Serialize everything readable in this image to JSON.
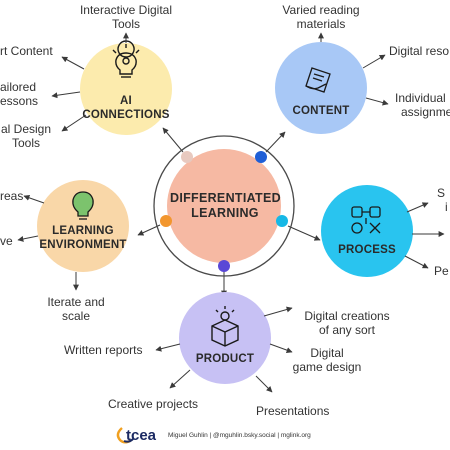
{
  "center": {
    "title_line1": "DIFFERENTIATED",
    "title_line2": "LEARNING"
  },
  "nodes": {
    "ai": {
      "title_line1": "AI",
      "title_line2": "CONNECTIONS",
      "color": "#fcebad"
    },
    "content": {
      "title": "CONTENT",
      "color": "#a8c8f6"
    },
    "environment": {
      "title_line1": "LEARNING",
      "title_line2": "ENVIRONMENT",
      "color": "#f9d7a8"
    },
    "process": {
      "title": "PROCESS",
      "color": "#29c4ef"
    },
    "product": {
      "title": "PRODUCT",
      "color": "#c7c1f4"
    }
  },
  "labels": {
    "ai_tools_line1": "Interactive Digital",
    "ai_tools_line2": "Tools",
    "ai_left1": "rt Content",
    "ai_left2_line1": "ailored",
    "ai_left2_line2": "essons",
    "ai_left3_line1": "al Design",
    "ai_left3_line2": "Tools",
    "content_top_line1": "Varied reading",
    "content_top_line2": "materials",
    "content_right1": "Digital reso",
    "content_right2_line1": "Individual",
    "content_right2_line2": "assignme",
    "env_left1": "reas",
    "env_left2": "ve",
    "env_bottom_line1": "Iterate and",
    "env_bottom_line2": "scale",
    "process_right1_line1": "S",
    "process_right1_line2": "i",
    "process_right2": "Pe",
    "product_left1": "Written reports",
    "product_right1_line1": "Digital creations",
    "product_right1_line2": "of any sort",
    "product_right2_line1": "Digital",
    "product_right2_line2": "game design",
    "product_bottom_left": "Creative projects",
    "product_bottom_right": "Presentations"
  },
  "footer": {
    "brand": "tcea",
    "credit": "Miguel Guhlin | @mguhlin.bsky.social | mglink.org"
  },
  "colors": {
    "connector_dot_ai": "#e8c9bf",
    "connector_dot_content": "#1f5fd6",
    "connector_dot_process": "#16b8e6",
    "connector_dot_env": "#f2962e",
    "connector_dot_product": "#5a48d6",
    "center_fill": "#f6b9a3",
    "arrow": "#3a3a3a"
  },
  "icons": {
    "ai": "lightbulb-gear-icon",
    "content": "reading-hand-icon",
    "environment": "lightbulb-globe-icon",
    "process": "process-cycle-icon",
    "product": "product-box-icon",
    "footer": "tcea-swoosh-icon"
  }
}
